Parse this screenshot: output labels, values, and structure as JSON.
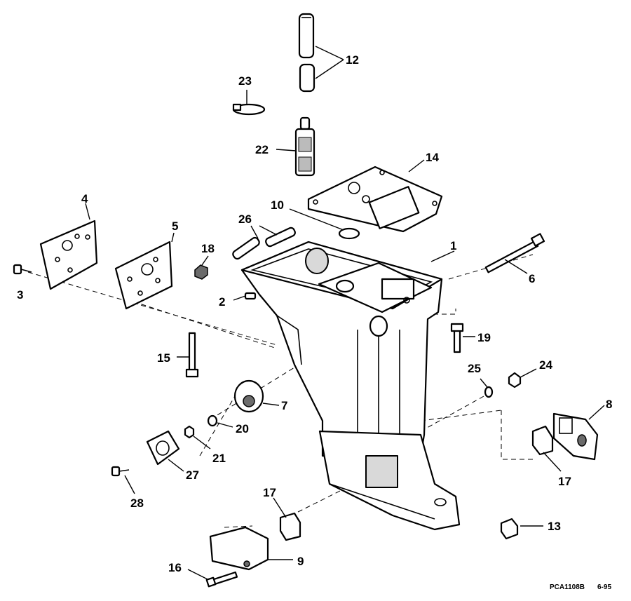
{
  "figure_code": "PCA1108B",
  "figure_date": "6-95",
  "labels": {
    "p1": "1",
    "p2": "2",
    "p3": "3",
    "p4": "4",
    "p5": "5",
    "p6": "6",
    "p7": "7",
    "p8": "8",
    "p9": "9",
    "p10": "10",
    "p12": "12",
    "p13": "13",
    "p14": "14",
    "p15": "15",
    "p16": "16",
    "p17a": "17",
    "p17b": "17",
    "p18": "18",
    "p19": "19",
    "p20": "20",
    "p21": "21",
    "p22": "22",
    "p23": "23",
    "p24": "24",
    "p25": "25",
    "p26": "26",
    "p27": "27",
    "p28": "28"
  }
}
